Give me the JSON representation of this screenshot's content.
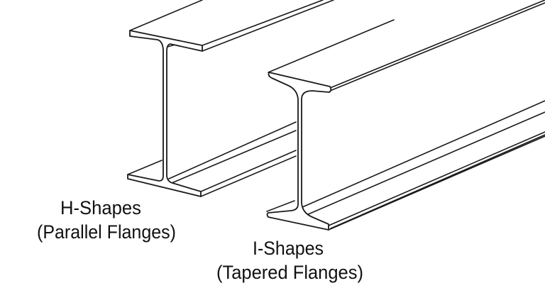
{
  "labels": {
    "h_shape_title": "H-Shapes",
    "h_shape_subtitle": "(Parallel Flanges)",
    "i_shape_title": "I-Shapes",
    "i_shape_subtitle": "(Tapered Flanges)"
  },
  "colors": {
    "line": "#1a1a1a",
    "background": "#ffffff"
  }
}
